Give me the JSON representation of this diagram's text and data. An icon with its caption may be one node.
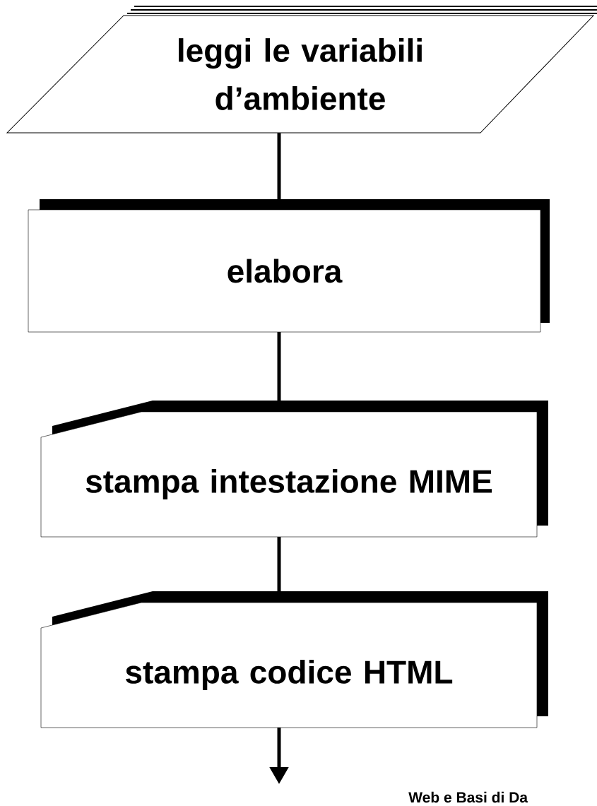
{
  "diagram": {
    "nodes": [
      {
        "text": [
          "leggi le variabili d’ambiente"
        ]
      },
      {
        "text": [
          "elabora"
        ]
      },
      {
        "text": [
          "stampa intestazione MIME"
        ]
      },
      {
        "text": [
          "stampa codice HTML"
        ]
      }
    ],
    "edges": [
      {
        "from": 0,
        "to": 1,
        "arrow": "none"
      },
      {
        "from": 1,
        "to": 2,
        "arrow": "none"
      },
      {
        "from": 2,
        "to": 3,
        "arrow": "none"
      },
      {
        "from": 3,
        "to": null,
        "arrow": "to"
      }
    ],
    "labels": [
      "Web e Basi di Da"
    ]
  }
}
